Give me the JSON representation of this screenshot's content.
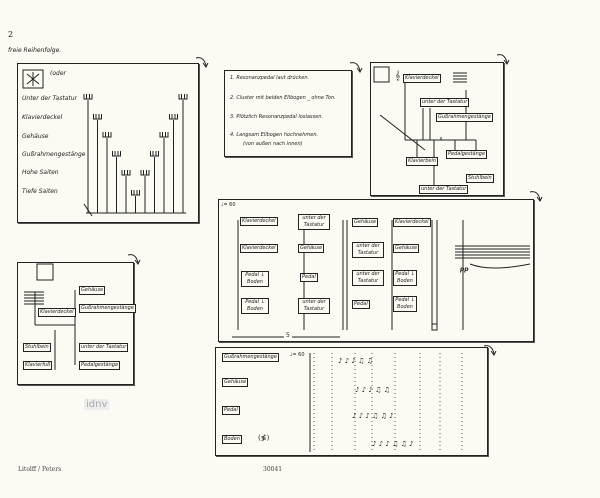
{
  "page_number": "2",
  "instruction": "freie Reihenfolge.",
  "box1": {
    "alt": "(oder",
    "rows": [
      "Unter der Tastatur",
      "Klavierdeckel",
      "Gehäuse",
      "Gußrahmengestänge",
      "Hohe Saiten",
      "Tiefe Saiten"
    ]
  },
  "box2": {
    "steps": [
      "1. Resonanzpedal laut drücken.",
      "2. Cluster mit beiden Ellbogen _ ohne Ton.",
      "3. Plötzlich Resonanzpedal loslassen.",
      "4. Langsam Ellbogen hochnehmen.",
      "(von außen nach innen)"
    ]
  },
  "box3": {
    "labels": [
      "Klavierdeckel",
      "unter der Tastatur",
      "Gußrahmengestänge",
      "Pedalgestänge",
      "Klavierbein",
      "Stuhlbein",
      "unter der Tastatur"
    ]
  },
  "box4": {
    "tempo": "♩= 60",
    "col1": [
      "Klavierdeckel",
      "Klavierdeckel",
      "Pedal ↓ Boden",
      "Pedal ↓ Boden"
    ],
    "col2": [
      "unter der Tastatur",
      "Gehäuse",
      "Pedal",
      "unter der Tastatur"
    ],
    "col3": [
      "Gehäuse",
      "unter der Tastatur",
      "unter der Tastatur",
      "Pedal"
    ],
    "col4": [
      "Klavierdeckel",
      "Gehäuse",
      "Pedal ↓ Boden",
      "Pedal ↓ Boden"
    ],
    "dynamic": "pp",
    "bracket": "5"
  },
  "box5": {
    "labels": [
      "Gehäuse",
      "Gußrahmengestänge",
      "Klavierdeckel",
      "Stuhlbein",
      "unter der Tastatur",
      "Klavierfuß",
      "Pedalgestänge"
    ]
  },
  "box6": {
    "tempo": "♩= 60",
    "rows": [
      "Gußrahmengestänge",
      "Gehäuse",
      "Pedal",
      "Boden"
    ],
    "boden_suffix": "(≸)"
  },
  "watermark": "idnv",
  "footer": {
    "publisher": "Litolff / Peters",
    "plate": "30041"
  }
}
